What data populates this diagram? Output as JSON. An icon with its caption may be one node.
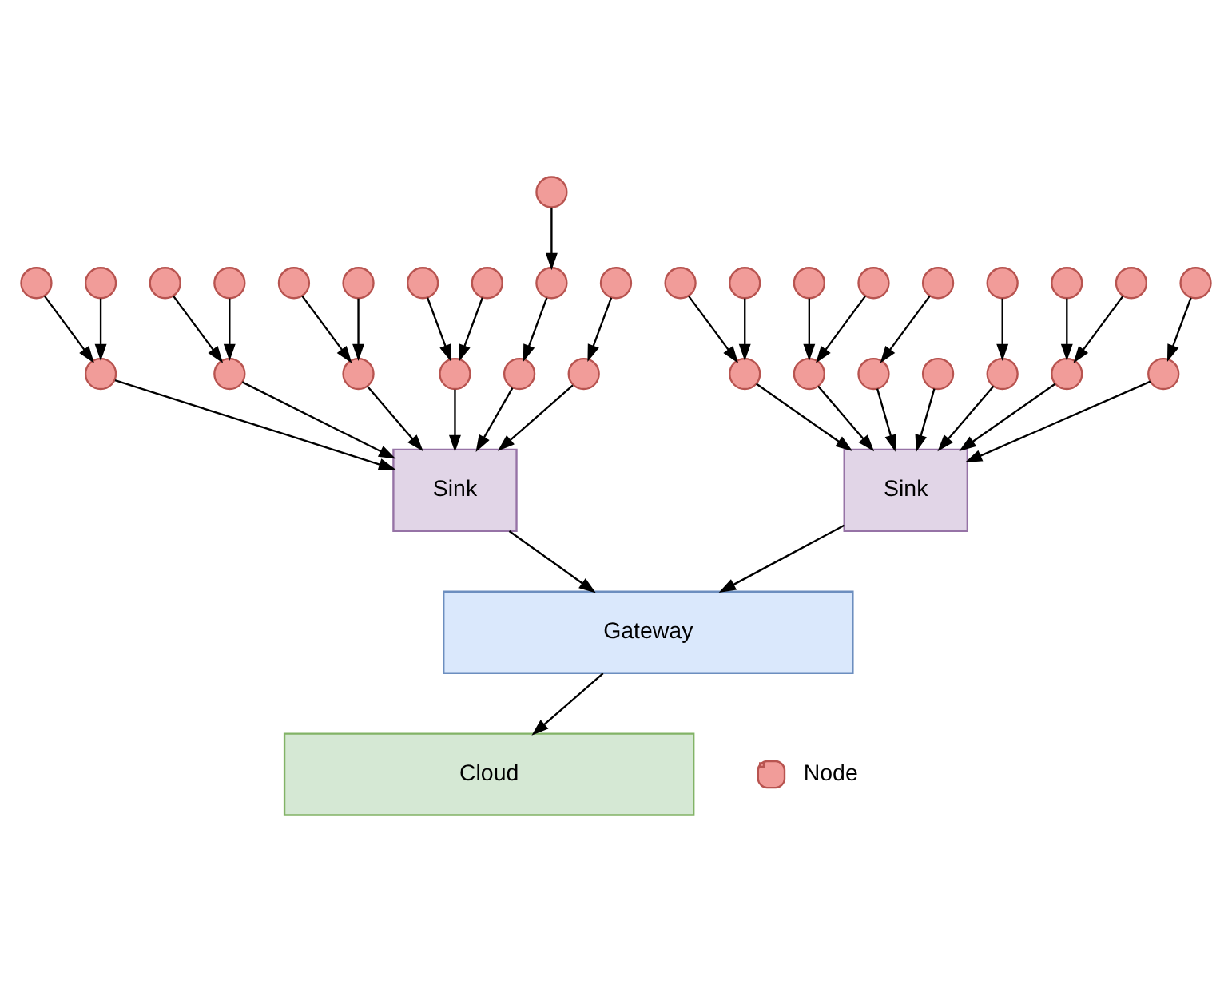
{
  "diagram": {
    "nodes": [
      {
        "text": [
          "Sink"
        ]
      },
      {
        "text": [
          "Sink"
        ]
      },
      {
        "text": [
          "Gateway"
        ]
      },
      {
        "text": [
          "Cloud"
        ]
      },
      {
        "text": [],
        "shape": "circle"
      },
      {
        "text": [],
        "shape": "circle"
      },
      {
        "text": [],
        "shape": "circle"
      },
      {
        "text": [],
        "shape": "circle"
      },
      {
        "text": [],
        "shape": "circle"
      },
      {
        "text": [],
        "shape": "circle"
      },
      {
        "text": [],
        "shape": "circle"
      },
      {
        "text": [],
        "shape": "circle"
      },
      {
        "text": [],
        "shape": "circle"
      },
      {
        "text": [],
        "shape": "circle"
      },
      {
        "text": [],
        "shape": "circle"
      },
      {
        "text": [],
        "shape": "circle"
      },
      {
        "text": [],
        "shape": "circle"
      },
      {
        "text": [],
        "shape": "circle"
      },
      {
        "text": [],
        "shape": "circle"
      },
      {
        "text": [],
        "shape": "circle"
      },
      {
        "text": [],
        "shape": "circle"
      },
      {
        "text": [],
        "shape": "circle"
      },
      {
        "text": [],
        "shape": "circle"
      },
      {
        "text": [],
        "shape": "circle"
      },
      {
        "text": [],
        "shape": "circle"
      },
      {
        "text": [],
        "shape": "circle"
      },
      {
        "text": [],
        "shape": "circle"
      },
      {
        "text": [],
        "shape": "circle"
      },
      {
        "text": [],
        "shape": "circle"
      },
      {
        "text": [],
        "shape": "circle"
      },
      {
        "text": [],
        "shape": "circle"
      },
      {
        "text": [],
        "shape": "circle"
      },
      {
        "text": [],
        "shape": "circle"
      },
      {
        "text": [],
        "shape": "circle"
      },
      {
        "text": [],
        "shape": "circle"
      },
      {
        "text": [],
        "shape": "circle"
      },
      {
        "text": [],
        "shape": "circle"
      }
    ],
    "edges": [
      {
        "from": 4,
        "to": 8,
        "arrow": "to"
      },
      {
        "from": 6,
        "to": 8,
        "arrow": "to"
      },
      {
        "from": 8,
        "to": 0,
        "arrow": "to"
      },
      {
        "from": 5,
        "to": 10,
        "arrow": "to"
      },
      {
        "from": 9,
        "to": 10,
        "arrow": "to"
      },
      {
        "from": 10,
        "to": 0,
        "arrow": "to"
      },
      {
        "from": 7,
        "to": 11,
        "arrow": "to"
      },
      {
        "from": 11,
        "to": 0,
        "arrow": "to"
      },
      {
        "from": 12,
        "to": 0,
        "arrow": "to"
      },
      {
        "from": 13,
        "to": 0,
        "arrow": "to"
      },
      {
        "from": 16,
        "to": 13,
        "arrow": "to"
      },
      {
        "from": 14,
        "to": 0,
        "arrow": "to"
      },
      {
        "from": 17,
        "to": 14,
        "arrow": "to"
      },
      {
        "from": 18,
        "to": 14,
        "arrow": "to"
      },
      {
        "from": 15,
        "to": 0,
        "arrow": "to"
      },
      {
        "from": 19,
        "to": 15,
        "arrow": "to"
      },
      {
        "from": 20,
        "to": 23,
        "arrow": "to"
      },
      {
        "from": 22,
        "to": 23,
        "arrow": "to"
      },
      {
        "from": 23,
        "to": 1,
        "arrow": "to"
      },
      {
        "from": 21,
        "to": 25,
        "arrow": "to"
      },
      {
        "from": 24,
        "to": 25,
        "arrow": "to"
      },
      {
        "from": 25,
        "to": 1,
        "arrow": "to"
      },
      {
        "from": 28,
        "to": 29,
        "arrow": "to"
      },
      {
        "from": 30,
        "to": 29,
        "arrow": "to"
      },
      {
        "from": 29,
        "to": 1,
        "arrow": "to"
      },
      {
        "from": 26,
        "to": 27,
        "arrow": "to"
      },
      {
        "from": 31,
        "to": 27,
        "arrow": "to"
      },
      {
        "from": 27,
        "to": 1,
        "arrow": "to"
      },
      {
        "from": 32,
        "to": 1,
        "arrow": "to"
      },
      {
        "from": 34,
        "to": 32,
        "arrow": "to"
      },
      {
        "from": 35,
        "to": 34,
        "arrow": "to"
      },
      {
        "from": 33,
        "to": 1,
        "arrow": "to"
      },
      {
        "from": 36,
        "to": 33,
        "arrow": "to"
      },
      {
        "from": 0,
        "to": 2,
        "arrow": "to"
      },
      {
        "from": 1,
        "to": 2,
        "arrow": "to"
      },
      {
        "from": 2,
        "to": 3,
        "arrow": "to"
      }
    ],
    "legend": [
      {
        "text": "Node"
      }
    ]
  }
}
